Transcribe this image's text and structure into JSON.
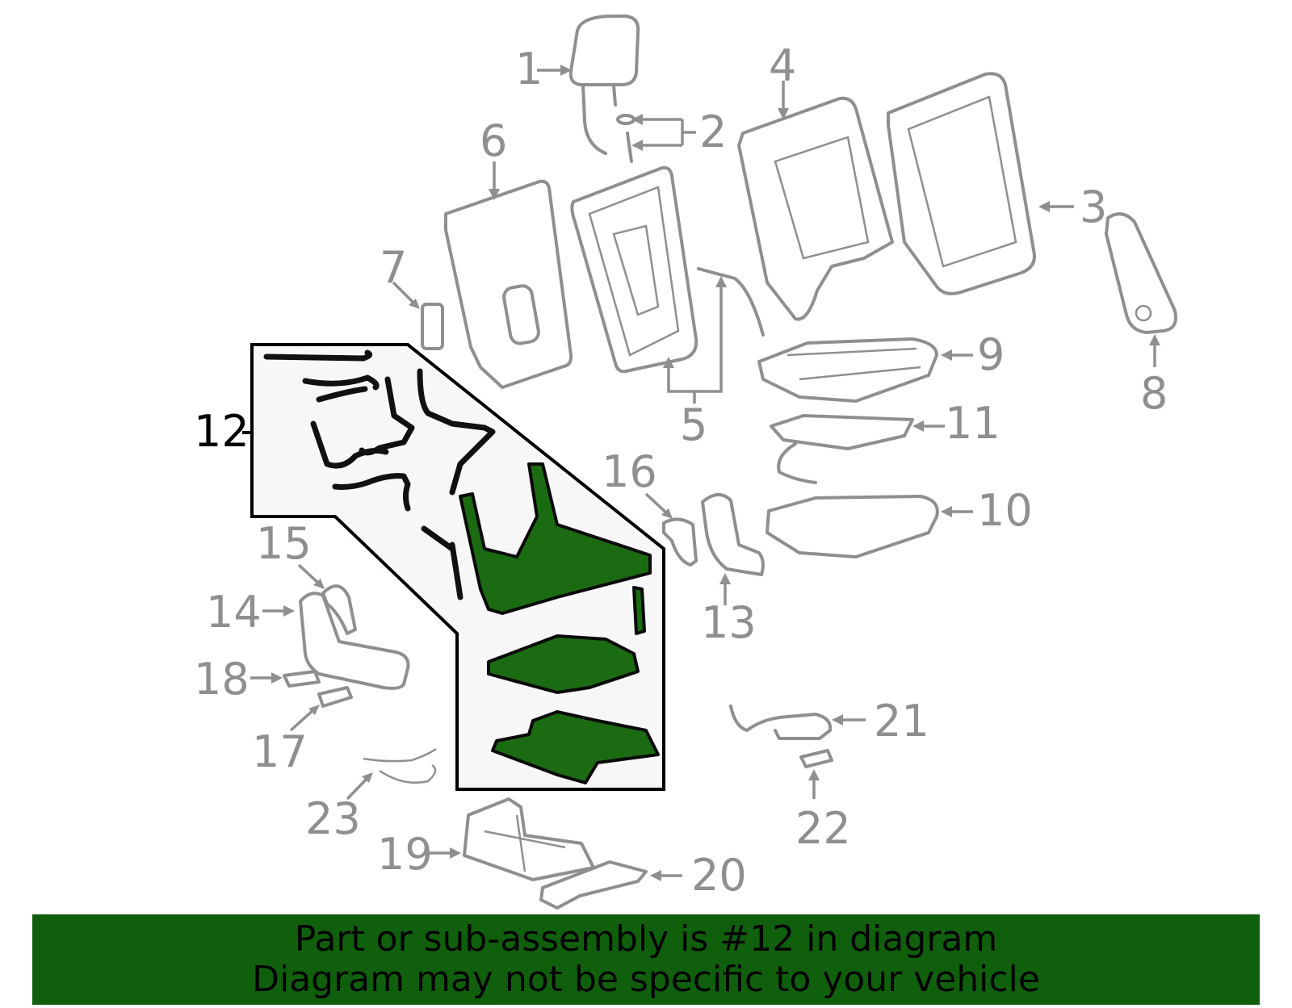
{
  "diagram": {
    "selected_callout": "12",
    "callouts": [
      "1",
      "2",
      "3",
      "4",
      "5",
      "6",
      "7",
      "8",
      "9",
      "10",
      "11",
      "12",
      "13",
      "14",
      "15",
      "16",
      "17",
      "18",
      "19",
      "20",
      "21",
      "22",
      "23"
    ],
    "colors": {
      "part_outline": "#8f8f8f",
      "highlight_fill": "#1a6b12",
      "banner_bg": "#0f5f0c",
      "selection_box": "#f7f7f7"
    }
  },
  "banner": {
    "line1": "Part or sub-assembly is #12 in diagram",
    "line2": "Diagram may not be specific to your vehicle"
  }
}
